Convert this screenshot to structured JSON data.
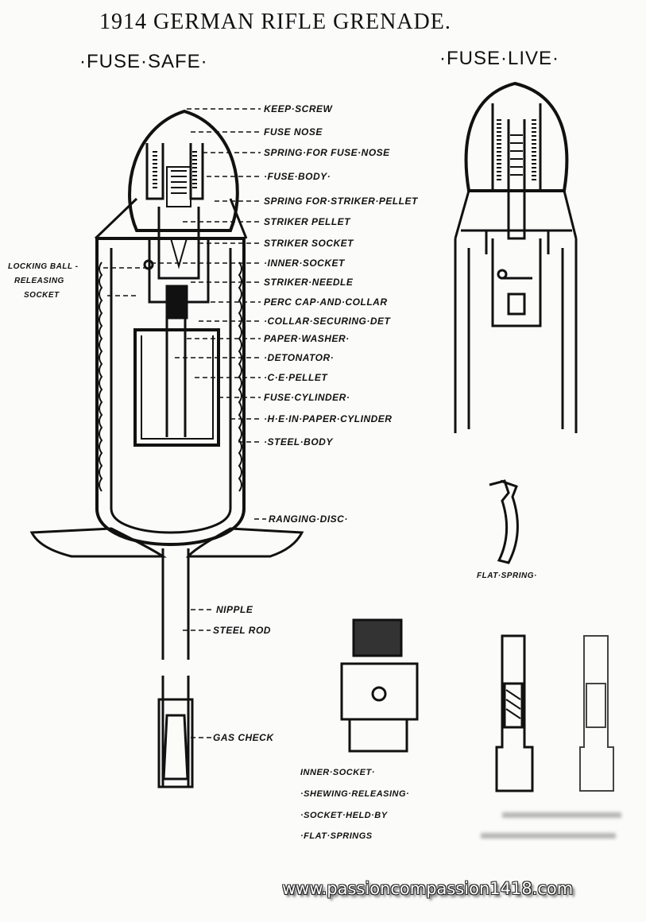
{
  "title": "1914 GERMAN RIFLE GRENADE.",
  "views": {
    "safe": "·FUSE·SAFE·",
    "live": "·FUSE·LIVE·"
  },
  "labels": {
    "keep_screw": "KEEP·SCREW",
    "fuse_nose": "FUSE NOSE",
    "spring_fuse_nose": "SPRING·FOR FUSE·NOSE",
    "fuse_body": "·FUSE·BODY·",
    "spring_striker": "SPRING FOR·STRIKER·PELLET",
    "striker_pellet": "STRIKER PELLET",
    "striker_socket": "STRIKER SOCKET",
    "inner_socket": "·INNER·SOCKET",
    "striker_needle": "STRIKER·NEEDLE",
    "perc_cap": "PERC CAP·AND·COLLAR",
    "collar_securing": "·COLLAR·SECURING·DET",
    "paper_washer": "PAPER·WASHER·",
    "detonator": "·DETONATOR·",
    "ce_pellet": "·C·E·PELLET",
    "fuse_cylinder": "FUSE·CYLINDER·",
    "he_cylinder": "·H·E·IN·PAPER·CYLINDER",
    "steel_body": "·STEEL·BODY",
    "locking_ball": "LOCKING BALL -",
    "releasing": "RELEASING",
    "socket": "SOCKET",
    "ranging_disc": "RANGING·DISC·",
    "nipple": "NIPPLE",
    "steel_rod": "STEEL ROD",
    "gas_check": "GAS CHECK",
    "flat_spring": "FLAT·SPRING·"
  },
  "caption": [
    "INNER·SOCKET·",
    "·SHEWING·RELEASING·",
    "·SOCKET·HELD·BY",
    "·FLAT·SPRINGS"
  ],
  "watermark": "www.passioncompassion1418.com"
}
